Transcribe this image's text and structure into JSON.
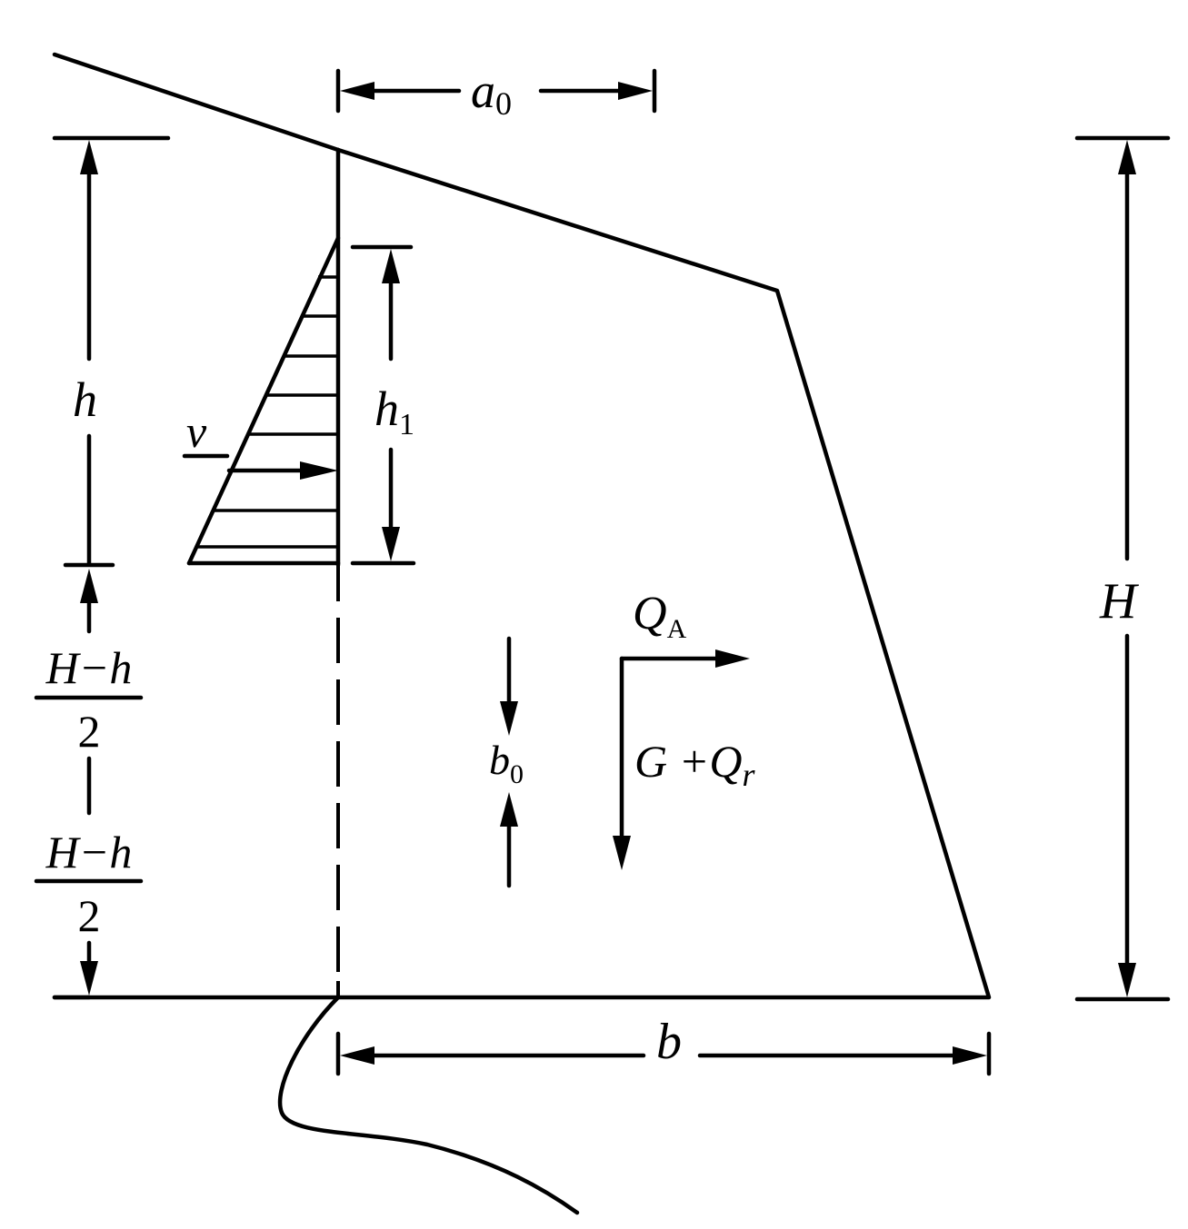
{
  "labels": {
    "a0": {
      "main": "a",
      "sub": "0"
    },
    "h": "h",
    "h1": {
      "main": "h",
      "sub": "1"
    },
    "v": "v",
    "H": "H",
    "frac_upper": {
      "num": "H−h",
      "den": "2"
    },
    "frac_lower": {
      "num": "H−h",
      "den": "2"
    },
    "QA": {
      "main": "Q",
      "sub": "A"
    },
    "GQr": {
      "main": "G +Q",
      "sub": "r"
    },
    "b0": {
      "main": "b",
      "sub": "0"
    },
    "b": "b"
  }
}
